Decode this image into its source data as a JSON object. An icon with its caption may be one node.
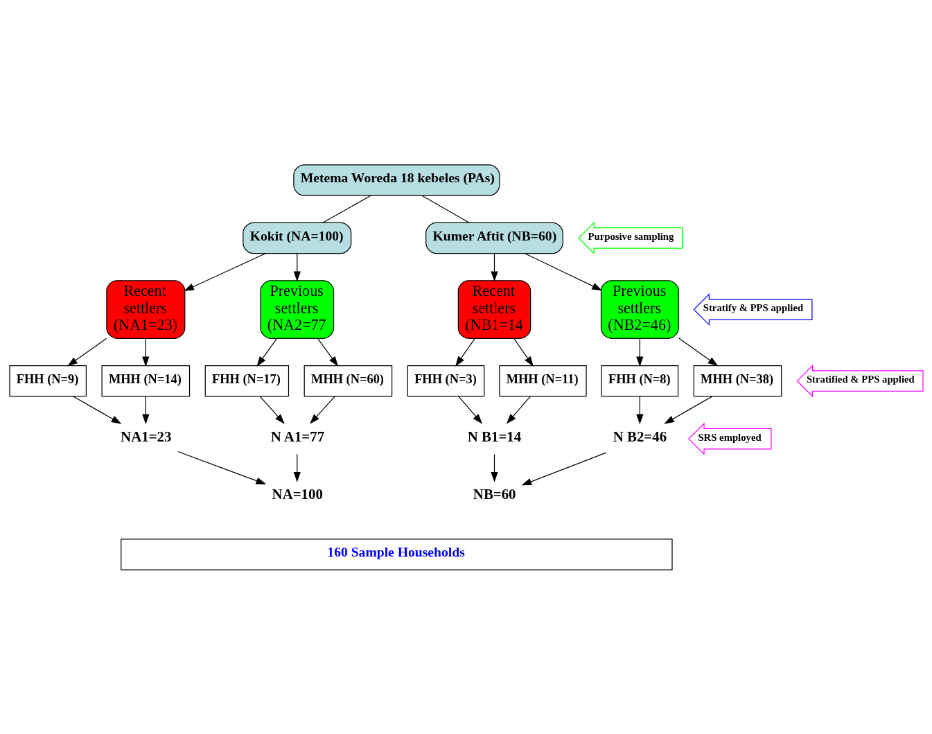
{
  "diagram": {
    "nodes": [
      {
        "text": [
          "Metema Woreda 18 kebeles (PAs)"
        ]
      },
      {
        "text": [
          "Kokit (NA=100)"
        ]
      },
      {
        "text": [
          "Kumer Aftit (NB=60)"
        ]
      },
      {
        "text": [
          "Recent settlers (NA1=23)"
        ]
      },
      {
        "text": [
          "Previous settlers (NA2=77"
        ]
      },
      {
        "text": [
          "Recent settlers (NB1=14"
        ]
      },
      {
        "text": [
          "Previous settlers (NB2=46)"
        ]
      },
      {
        "text": [
          "FHH (N=9)"
        ]
      },
      {
        "text": [
          "MHH (N=14)"
        ]
      },
      {
        "text": [
          "FHH (N=17)"
        ]
      },
      {
        "text": [
          "MHH (N=60)"
        ]
      },
      {
        "text": [
          "FHH (N=3)"
        ]
      },
      {
        "text": [
          "MHH (N=11)"
        ]
      },
      {
        "text": [
          "FHH (N=8)"
        ]
      },
      {
        "text": [
          "MHH (N=38)"
        ]
      },
      {
        "text": [
          "NA1=23"
        ]
      },
      {
        "text": [
          "N A1=77"
        ]
      },
      {
        "text": [
          "N B1=14"
        ]
      },
      {
        "text": [
          "N B2=46"
        ]
      },
      {
        "text": [
          "NA=100"
        ]
      },
      {
        "text": [
          "NB=60"
        ]
      },
      {
        "text": [
          "160 Sample Households"
        ]
      },
      {
        "text": [
          "Purposive sampling"
        ]
      },
      {
        "text": [
          "Stratify & PPS applied"
        ]
      },
      {
        "text": [
          "Stratified & PPS applied"
        ]
      },
      {
        "text": [
          "SRS employed"
        ]
      }
    ],
    "edges": [
      {
        "from": 0,
        "to": 1,
        "arrow": "none"
      },
      {
        "from": 0,
        "to": 2,
        "arrow": "none"
      },
      {
        "from": 1,
        "to": 3,
        "arrow": "to"
      },
      {
        "from": 1,
        "to": 4,
        "arrow": "to"
      },
      {
        "from": 2,
        "to": 5,
        "arrow": "to"
      },
      {
        "from": 2,
        "to": 6,
        "arrow": "to"
      },
      {
        "from": 3,
        "to": 7,
        "arrow": "to"
      },
      {
        "from": 3,
        "to": 8,
        "arrow": "to"
      },
      {
        "from": 4,
        "to": 9,
        "arrow": "to"
      },
      {
        "from": 4,
        "to": 10,
        "arrow": "to"
      },
      {
        "from": 5,
        "to": 11,
        "arrow": "to"
      },
      {
        "from": 5,
        "to": 12,
        "arrow": "to"
      },
      {
        "from": 6,
        "to": 13,
        "arrow": "to"
      },
      {
        "from": 6,
        "to": 14,
        "arrow": "to"
      },
      {
        "from": 7,
        "to": 15,
        "arrow": "to"
      },
      {
        "from": 8,
        "to": 15,
        "arrow": "to"
      },
      {
        "from": 9,
        "to": 16,
        "arrow": "to"
      },
      {
        "from": 10,
        "to": 16,
        "arrow": "to"
      },
      {
        "from": 11,
        "to": 17,
        "arrow": "to"
      },
      {
        "from": 12,
        "to": 17,
        "arrow": "to"
      },
      {
        "from": 13,
        "to": 18,
        "arrow": "to"
      },
      {
        "from": 14,
        "to": 18,
        "arrow": "to"
      },
      {
        "from": 15,
        "to": 19,
        "arrow": "to"
      },
      {
        "from": 16,
        "to": 19,
        "arrow": "to"
      },
      {
        "from": 17,
        "to": 20,
        "arrow": "to"
      },
      {
        "from": 18,
        "to": 20,
        "arrow": "to"
      }
    ]
  }
}
